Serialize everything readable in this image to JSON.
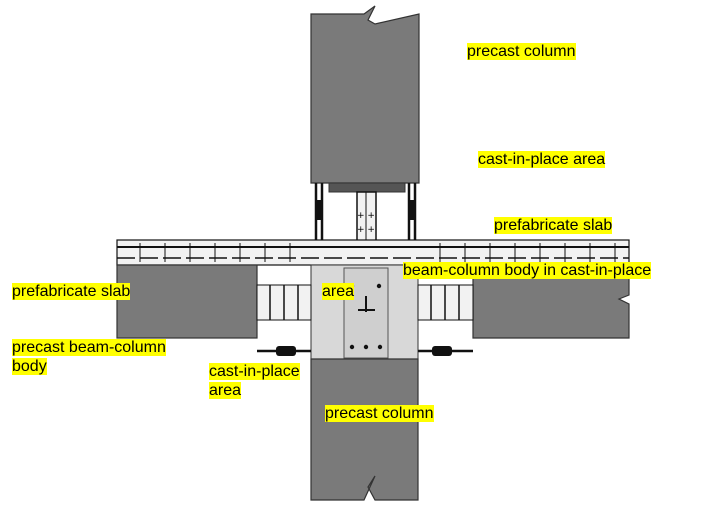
{
  "labels": {
    "precast_column_top": "precast column",
    "cast_in_place_area_top": "cast-in-place area",
    "prefabricate_slab_right": "prefabricate slab",
    "beam_column_body": "beam-column body in cast-in-place",
    "prefabricate_slab_left": "prefabricate slab",
    "area": "area",
    "precast_beam_column_line1": "precast beam-column",
    "precast_beam_column_line2": "body",
    "cast_in_place_line1": "cast-in-place",
    "cast_in_place_line2": "area",
    "precast_column_bottom": "precast column"
  },
  "colors": {
    "concrete": "#7a7a7a",
    "cast_concrete": "#d8d8d8",
    "slab_topping": "#f2f2f2",
    "steel": "#111111",
    "highlight": "#ffff00"
  }
}
